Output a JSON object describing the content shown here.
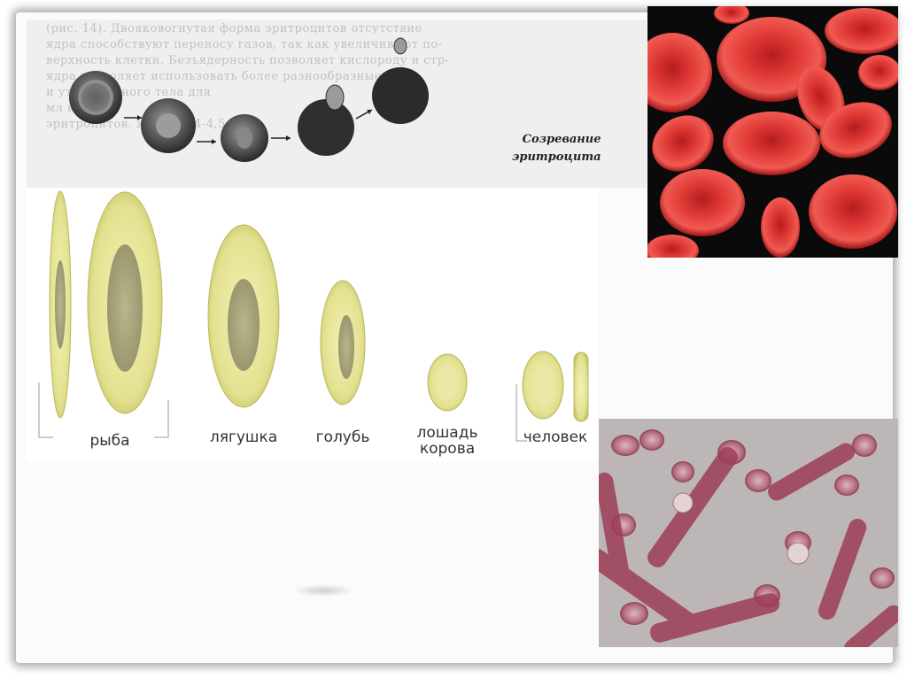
{
  "maturation": {
    "line1": "Созревание",
    "line2": "эритроцита"
  },
  "scan_text_lines": [
    "(рис. 14). Двояковогнутая форма эритроцитов отсутствие",
    "ядра способствуют переносу газов, так как увеличивают по-",
    "верхность клетки. Безъядерность позволяет кислороду и стр-",
    "ядра позволяет использовать более разнообразные",
    "и утяжеленного тела для",
    "мл крови",
    "эритроцитов. женщин 4-4,5 млн"
  ],
  "species": {
    "fish": "рыба",
    "frog": "лягушка",
    "pigeon": "голубь",
    "horse_line1": "лошадь",
    "horse_line2": "корова",
    "human": "человек"
  },
  "colors": {
    "cell_fill": "#e6e59a",
    "cell_edge": "#b9b55a",
    "nucleus": "#a5a278",
    "rbc_red": "#d8262a"
  }
}
